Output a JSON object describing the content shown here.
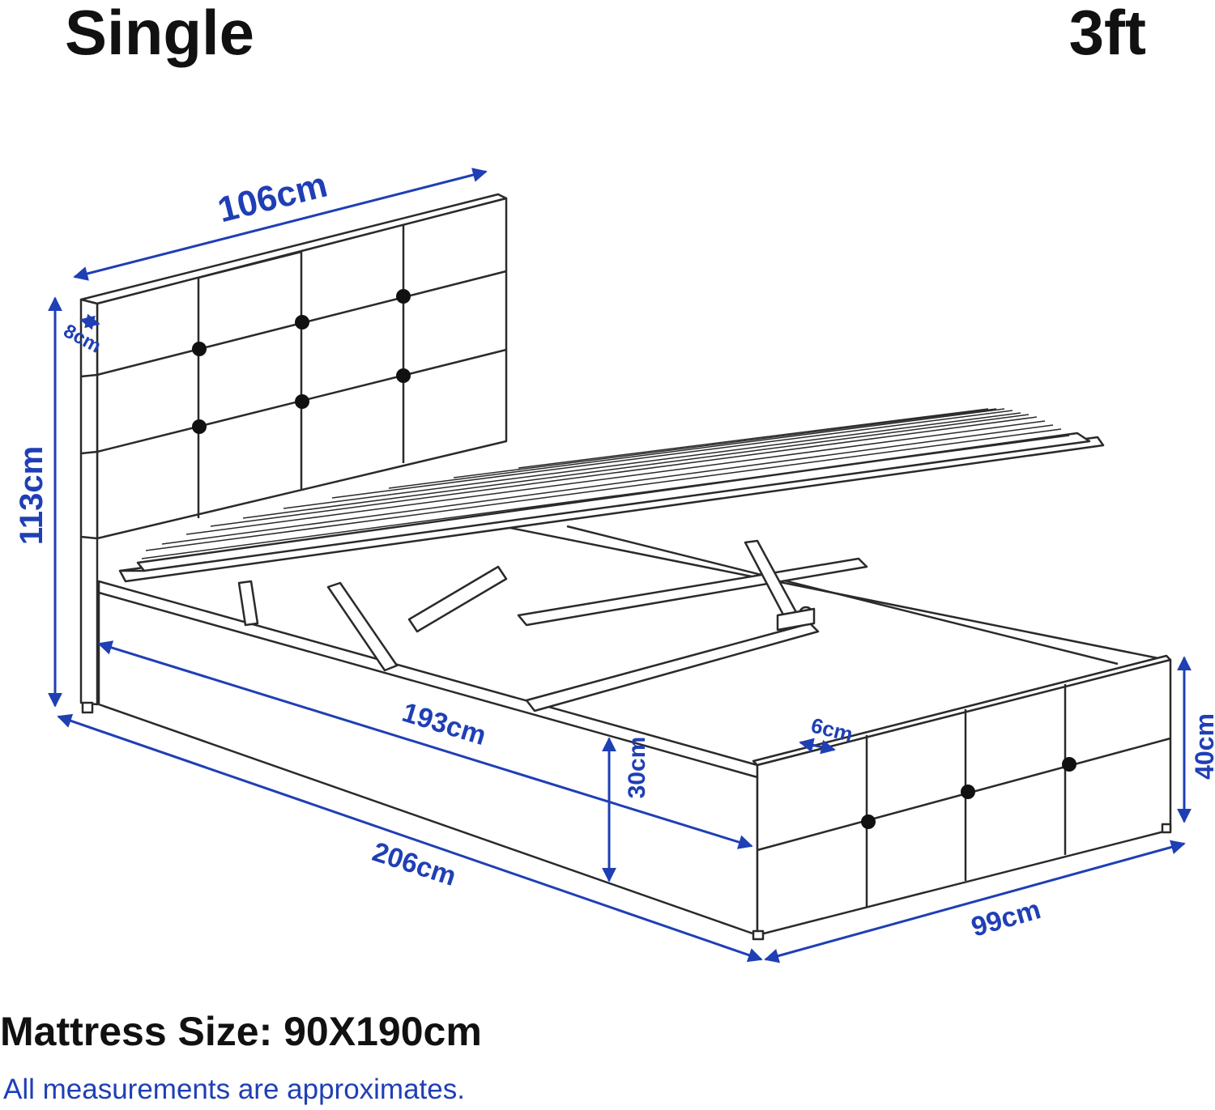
{
  "header": {
    "size_name": "Single",
    "size_feet": "3ft"
  },
  "dimensions": {
    "headboard_width": "106cm",
    "headboard_thickness": "8cm",
    "headboard_height": "113cm",
    "inner_length": "193cm",
    "side_thickness": "6cm",
    "footboard_height": "40cm",
    "storage_depth": "30cm",
    "total_length": "206cm",
    "total_width": "99cm"
  },
  "footer": {
    "mattress_size": "Mattress Size: 90X190cm",
    "note": "All measurements are approximates."
  },
  "colors": {
    "dimension": "#1f3fb5",
    "line": "#2a2a2a",
    "text": "#111111"
  }
}
